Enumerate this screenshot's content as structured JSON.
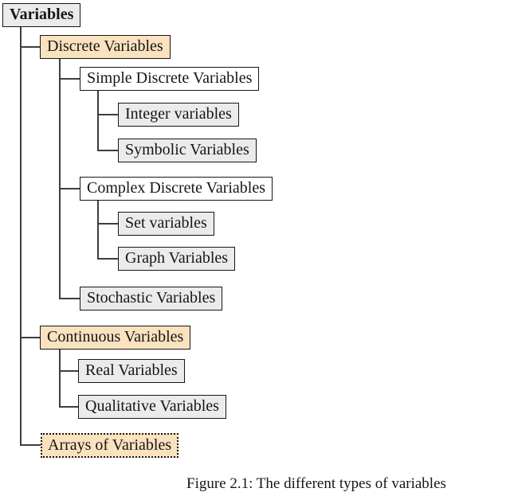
{
  "figure": {
    "caption": "Figure 2.1: The different types of variables"
  },
  "colors": {
    "highlight_fill": "#fbe2bf",
    "gray_fill": "#ebebeb",
    "white_fill": "#ffffff",
    "border": "#161616",
    "line": "#3d3d3d"
  },
  "tree": {
    "variables": {
      "label": "Variables"
    },
    "discrete": {
      "label": "Discrete Variables"
    },
    "simple_discrete": {
      "label": "Simple Discrete Variables"
    },
    "integer": {
      "label": "Integer variables"
    },
    "symbolic": {
      "label": "Symbolic Variables"
    },
    "complex_discrete": {
      "label": "Complex Discrete Variables"
    },
    "set": {
      "label": "Set variables"
    },
    "graph": {
      "label": "Graph Variables"
    },
    "stochastic": {
      "label": "Stochastic Variables"
    },
    "continuous": {
      "label": "Continuous Variables"
    },
    "real": {
      "label": "Real Variables"
    },
    "qualitative": {
      "label": "Qualitative Variables"
    },
    "arrays": {
      "label": "Arrays of Variables"
    }
  }
}
